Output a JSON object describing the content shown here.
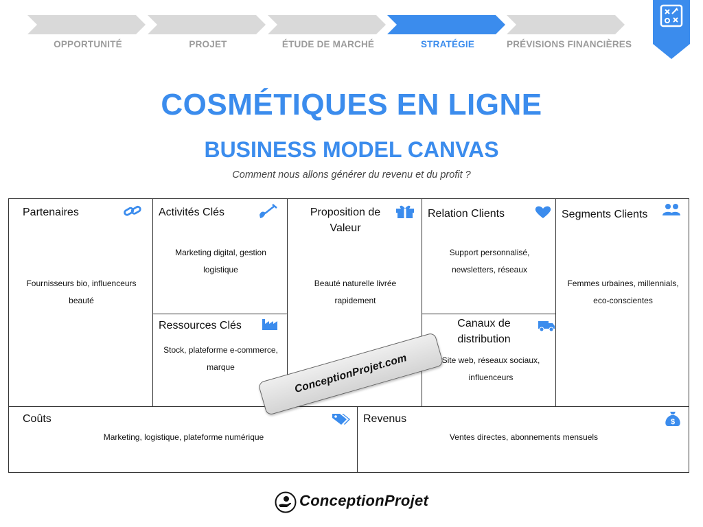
{
  "steps": [
    {
      "label": "OPPORTUNITÉ",
      "active": false
    },
    {
      "label": "PROJET",
      "active": false
    },
    {
      "label": "ÉTUDE DE MARCHÉ",
      "active": false
    },
    {
      "label": "STRATÉGIE",
      "active": true
    },
    {
      "label": "PRÉVISIONS FINANCIÈRES",
      "active": false
    }
  ],
  "colors": {
    "accent": "#3b8ced",
    "inactive_step": "#d9d9d9",
    "inactive_label": "#9b9b9b",
    "corner": "#3b8ced"
  },
  "header": {
    "title": "COSMÉTIQUES EN LIGNE",
    "subtitle": "BUSINESS MODEL CANVAS",
    "tagline": "Comment nous allons générer du revenu et du profit ?"
  },
  "canvas": {
    "partners": {
      "title": "Partenaires",
      "icon": "link-icon",
      "content": "Fournisseurs bio, influenceurs beauté"
    },
    "key_activities": {
      "title": "Activités Clés",
      "icon": "shovel-icon",
      "content": "Marketing digital, gestion logistique"
    },
    "key_resources": {
      "title": "Ressources Clés",
      "icon": "factory-icon",
      "content": "Stock, plateforme e-commerce, marque"
    },
    "value_proposition": {
      "title": "Proposition de Valeur",
      "icon": "gift-icon",
      "content": "Beauté naturelle livrée rapidement"
    },
    "customer_relationships": {
      "title": "Relation Clients",
      "icon": "heart-icon",
      "content": "Support personnalisé, newsletters, réseaux"
    },
    "channels": {
      "title": "Canaux de distribution",
      "icon": "truck-icon",
      "content": "Site web, réseaux sociaux, influenceurs"
    },
    "customer_segments": {
      "title": "Segments Clients",
      "icon": "users-icon",
      "content": "Femmes urbaines, millennials, eco-conscientes"
    },
    "costs": {
      "title": "Coûts",
      "icon": "tags-icon",
      "content": "Marketing, logistique, plateforme numérique"
    },
    "revenues": {
      "title": "Revenus",
      "icon": "money-bag-icon",
      "content": "Ventes directes, abonnements mensuels"
    }
  },
  "watermark": {
    "text": "ConceptionProjet.com"
  },
  "footer": {
    "brand": "ConceptionProjet"
  }
}
